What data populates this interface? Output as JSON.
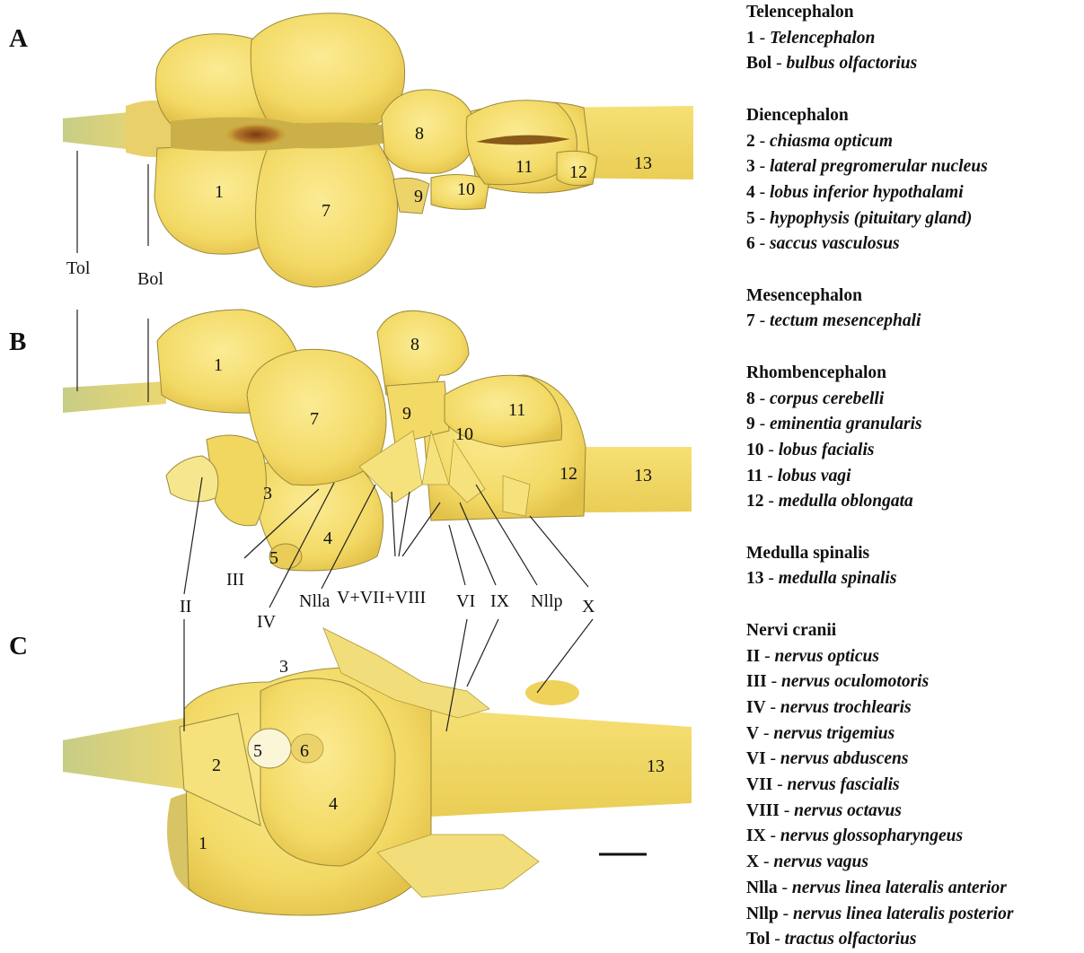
{
  "panels": [
    {
      "letter": "A",
      "labels": {
        "n1": "1",
        "n7": "7",
        "n8": "8",
        "n9": "9",
        "n10": "10",
        "n11": "11",
        "n12": "12",
        "n13": "13",
        "tol": "Tol",
        "bol": "Bol"
      }
    },
    {
      "letter": "B",
      "labels": {
        "n1": "1",
        "n3": "3",
        "n4": "4",
        "n5": "5",
        "n7": "7",
        "n8": "8",
        "n9": "9",
        "n10": "10",
        "n11": "11",
        "n12": "12",
        "n13": "13",
        "ii": "II",
        "iii": "III",
        "iv": "IV",
        "nlla": "Nlla",
        "v78": "V+VII+VIII",
        "vi": "VI",
        "ix": "IX",
        "nllp": "Nllp",
        "x": "X"
      }
    },
    {
      "letter": "C",
      "labels": {
        "n1": "1",
        "n2": "2",
        "n3": "3",
        "n4": "4",
        "n5": "5",
        "n6": "6",
        "n13": "13"
      }
    }
  ],
  "legend": [
    {
      "title": "Telencephalon",
      "entries": [
        {
          "abbr": "1",
          "text": "Telencephalon"
        },
        {
          "abbr": "Bol",
          "text": "bulbus olfactorius"
        }
      ]
    },
    {
      "title": "Diencephalon",
      "entries": [
        {
          "abbr": "2",
          "text": "chiasma opticum"
        },
        {
          "abbr": "3",
          "text": "lateral pregromerular nucleus"
        },
        {
          "abbr": "4",
          "text": "lobus inferior hypothalami"
        },
        {
          "abbr": "5",
          "text": "hypophysis (pituitary gland)"
        },
        {
          "abbr": "6",
          "text": "saccus vasculosus"
        }
      ]
    },
    {
      "title": "Mesencephalon",
      "entries": [
        {
          "abbr": "7",
          "text": "tectum mesencephali"
        }
      ]
    },
    {
      "title": "Rhombencephalon",
      "entries": [
        {
          "abbr": "8",
          "text": "corpus cerebelli"
        },
        {
          "abbr": "9",
          "text": "eminentia granularis"
        },
        {
          "abbr": "10",
          "text": "lobus facialis"
        },
        {
          "abbr": "11",
          "text": "lobus vagi"
        },
        {
          "abbr": "12",
          "text": "medulla oblongata"
        }
      ]
    },
    {
      "title": "Medulla spinalis",
      "entries": [
        {
          "abbr": "13",
          "text": "medulla spinalis"
        }
      ]
    },
    {
      "title": "Nervi cranii",
      "entries": [
        {
          "abbr": "II",
          "text": "nervus opticus"
        },
        {
          "abbr": "III",
          "text": "nervus oculomotoris"
        },
        {
          "abbr": "IV",
          "text": "nervus trochlearis"
        },
        {
          "abbr": "V",
          "text": "nervus trigemius"
        },
        {
          "abbr": "VI",
          "text": "nervus abduscens"
        },
        {
          "abbr": "VII",
          "text": "nervus fascialis"
        },
        {
          "abbr": "VIII",
          "text": "nervus octavus"
        },
        {
          "abbr": "IX",
          "text": "nervus glossopharyngeus"
        },
        {
          "abbr": "X",
          "text": "nervus vagus"
        },
        {
          "abbr": "Nlla",
          "text": "nervus linea lateralis anterior"
        },
        {
          "abbr": "Nllp",
          "text": "nervus linea lateralis posterior"
        },
        {
          "abbr": "Tol",
          "text": "tractus olfactorius"
        }
      ]
    }
  ],
  "legend_separator": " - ",
  "colors": {
    "tissue_light": "#f7e27a",
    "tissue_mid": "#efd25a",
    "tissue_dark": "#d9b83c",
    "olive_tract": "#c9c77a",
    "groove": "#8a4a1a",
    "hypophysis": "#fbf6d8"
  }
}
